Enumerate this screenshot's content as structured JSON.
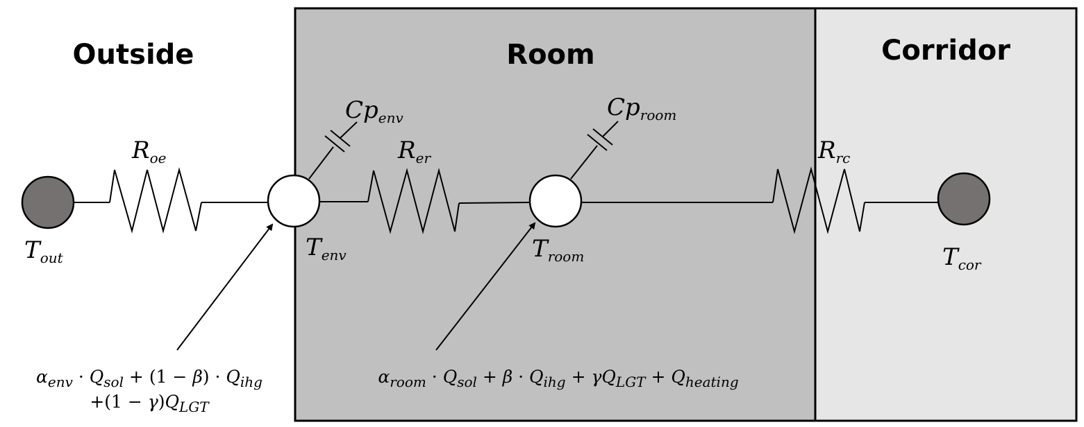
{
  "sections": {
    "outside": "Outside",
    "room": "Room",
    "corridor": "Corridor"
  },
  "nodes": {
    "t_out": {
      "base": "T",
      "sub": "out"
    },
    "t_env": {
      "base": "T",
      "sub": "env"
    },
    "t_room": {
      "base": "T",
      "sub": "room"
    },
    "t_cor": {
      "base": "T",
      "sub": "cor"
    }
  },
  "resistors": {
    "r_oe": {
      "base": "R",
      "sub": "oe"
    },
    "r_er": {
      "base": "R",
      "sub": "er"
    },
    "r_rc": {
      "base": "R",
      "sub": "rc"
    }
  },
  "capacitors": {
    "cp_env": {
      "base": "Cp",
      "sub": "env"
    },
    "cp_room": {
      "base": "Cp",
      "sub": "room"
    }
  },
  "heat_inputs": {
    "env_line1": {
      "alpha": "α",
      "alpha_sub": "env",
      "dot1": " · ",
      "q1": "Q",
      "q1_sub": "sol",
      "plus1": " + (1 − ",
      "beta": "β",
      "close1": ") · ",
      "q2": "Q",
      "q2_sub": "ihg"
    },
    "env_line2": {
      "open": "+(1 − ",
      "gamma": "γ",
      "close": ")",
      "q": "Q",
      "q_sub": "LGT"
    },
    "room_line": {
      "alpha": "α",
      "alpha_sub": "room",
      "dot1": " · ",
      "q1": "Q",
      "q1_sub": "sol",
      "plus1": " + ",
      "beta": "β",
      "dot2": " · ",
      "q2": "Q",
      "q2_sub": "ihg",
      "plus2": " + ",
      "gamma": "γ",
      "q3": "Q",
      "q3_sub": "LGT",
      "plus3": " + ",
      "q4": "Q",
      "q4_sub": "heating"
    }
  },
  "colors": {
    "room_fill": "#c0c0c0",
    "corridor_fill": "#e6e6e6",
    "boundary_node_fill": "#767171",
    "internal_node_fill": "#ffffff",
    "line": "#000000"
  }
}
